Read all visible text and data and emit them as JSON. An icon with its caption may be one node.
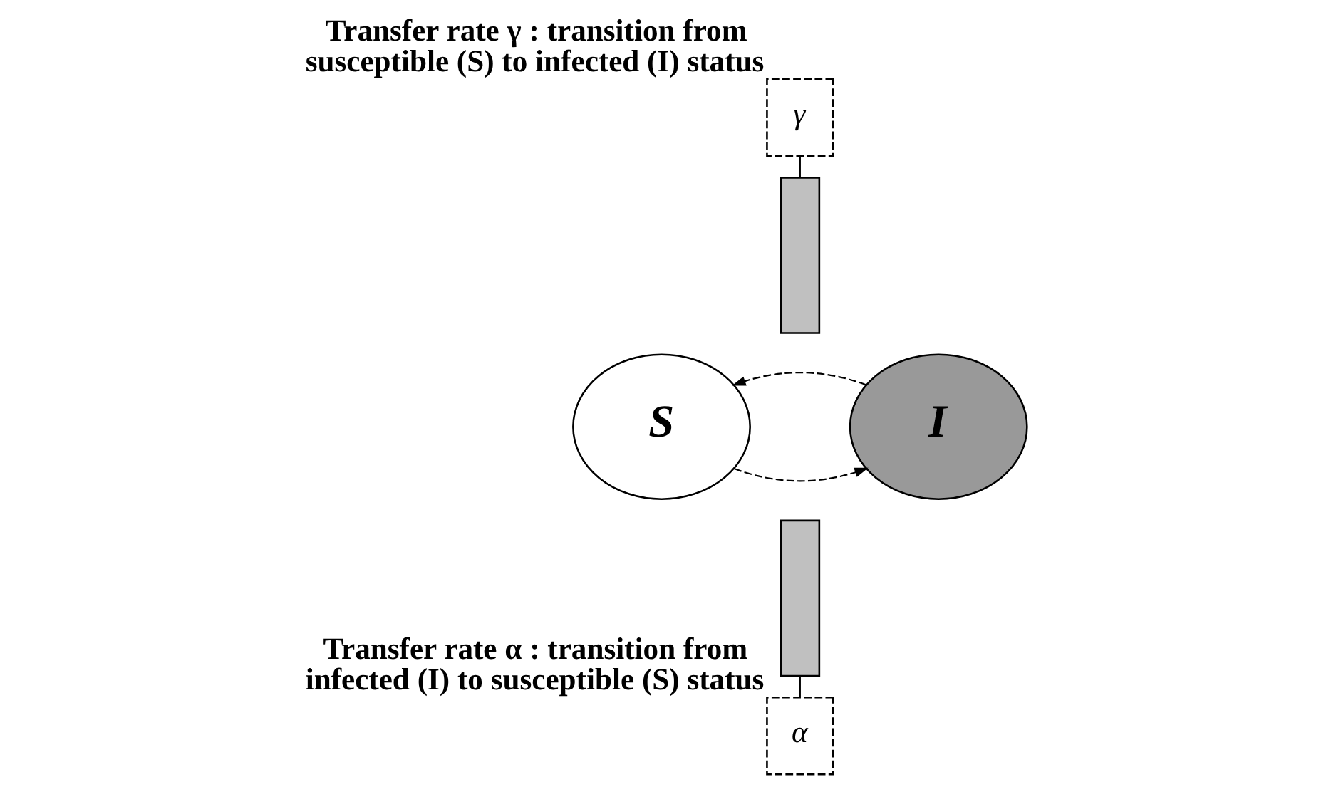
{
  "diagram": {
    "nodes": [
      {
        "text": [
          "S"
        ]
      },
      {
        "text": [
          "I"
        ]
      },
      {
        "text": [
          "γ"
        ],
        "beside": [
          "Transfer rate γ : transition from susceptible (S) to infected (I) status"
        ]
      },
      {
        "text": [],
        "shape": "bar"
      },
      {
        "text": [],
        "shape": "bar"
      },
      {
        "text": [
          "α"
        ],
        "beside": [
          "Transfer rate α : transition from infected (I) to susceptible (S) status"
        ]
      }
    ],
    "edges": [
      {
        "from": 0,
        "to": 1,
        "arrow": "to",
        "style": "dashed"
      },
      {
        "from": 1,
        "to": 0,
        "arrow": "to",
        "style": "dashed"
      },
      {
        "from": 2,
        "to": 3,
        "arrow": "none"
      },
      {
        "from": 4,
        "to": 5,
        "arrow": "none"
      }
    ]
  }
}
